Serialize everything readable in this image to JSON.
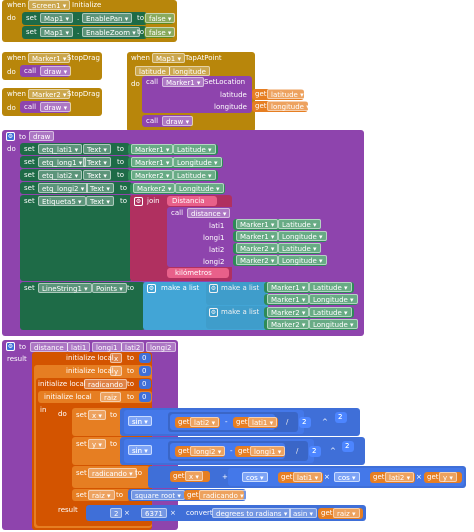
{
  "screen_init": {
    "when": "when",
    "component": "Screen1",
    "event": "Initialize",
    "do": "do",
    "set": "set",
    "rows": [
      {
        "component": "Map1",
        "prop": "EnablePan",
        "to": "to",
        "value": "false"
      },
      {
        "component": "Map1",
        "prop": "EnableZoom",
        "to": "to",
        "value": "false"
      }
    ]
  },
  "stopdrag1": {
    "when": "when",
    "component": "Marker1",
    "event": "StopDrag",
    "do": "do",
    "call": "call",
    "proc": "draw"
  },
  "stopdrag2": {
    "when": "when",
    "component": "Marker2",
    "event": "StopDrag",
    "do": "do",
    "call": "call",
    "proc": "draw"
  },
  "tapatpoint": {
    "when": "when",
    "component": "Map1",
    "event": "TapAtPoint",
    "params": [
      "latitude",
      "longitude"
    ],
    "do": "do",
    "call": "call",
    "target": "Marker1",
    "method": "SetLocation",
    "arg1": "latitude",
    "arg2": "longitude",
    "get": "get",
    "get1": "latitude",
    "get2": "longitude",
    "call_draw": "draw"
  },
  "draw": {
    "to": "to",
    "name": "draw",
    "do": "do",
    "set": "set",
    "get": "get",
    "rows": [
      {
        "component": "etq_lati1",
        "prop": "Text",
        "to": "to",
        "marker": "Marker1",
        "mprop": "Latitude"
      },
      {
        "component": "etq_long1",
        "prop": "Text",
        "to": "to",
        "marker": "Marker1",
        "mprop": "Longitude"
      },
      {
        "component": "etq_lati2",
        "prop": "Text",
        "to": "to",
        "marker": "Marker2",
        "mprop": "Latitude"
      },
      {
        "component": "etq_longi2",
        "prop": "Text",
        "to": "to",
        "marker": "Marker2",
        "mprop": "Longitude"
      }
    ],
    "etiqueta": {
      "component": "Etiqueta5",
      "prop": "Text",
      "to": "to"
    },
    "join": "join",
    "distancia": "Distancia",
    "call": "call",
    "call_distance": "distance",
    "dist_args": [
      {
        "label": "lati1",
        "marker": "Marker1",
        "mprop": "Latitude"
      },
      {
        "label": "longi1",
        "marker": "Marker1",
        "mprop": "Longitude"
      },
      {
        "label": "lati2",
        "marker": "Marker2",
        "mprop": "Latitude"
      },
      {
        "label": "longi2",
        "marker": "Marker2",
        "mprop": "Longitude"
      }
    ],
    "kilometros": "kilómetros",
    "linestring": {
      "component": "LineString1",
      "prop": "Points",
      "to": "to"
    },
    "make_list": "make a list",
    "list_items": [
      {
        "marker": "Marker1",
        "mprop": "Latitude"
      },
      {
        "marker": "Marker1",
        "mprop": "Longitude"
      },
      {
        "marker": "Marker2",
        "mprop": "Latitude"
      },
      {
        "marker": "Marker2",
        "mprop": "Longitude"
      }
    ]
  },
  "distance": {
    "to": "to",
    "name": "distance",
    "params": [
      "lati1",
      "longi1",
      "lati2",
      "longi2"
    ],
    "result": "result",
    "init_local": "initialize local",
    "to_word": "to",
    "locals": [
      {
        "name": "x",
        "value": "0"
      },
      {
        "name": "y",
        "value": "0"
      },
      {
        "name": "radicando",
        "value": "0"
      },
      {
        "name": "raiz",
        "value": "0"
      }
    ],
    "in": "in",
    "do": "do",
    "set": "set",
    "get": "get",
    "sin": "sin",
    "cos": "cos",
    "minus": "-",
    "divide": "/",
    "plus": "+",
    "times": "×",
    "pow": "^",
    "two": "2",
    "sq_root": "square root",
    "radicando": "radicando",
    "raiz": "raiz",
    "x": "x",
    "y": "y",
    "lati1": "lati1",
    "lati2": "lati2",
    "longi1": "longi1",
    "longi2": "longi2",
    "result_val": "6371",
    "convert": "convert",
    "deg_to_rad": "degrees to radians",
    "asin": "asin",
    "result_word": "result"
  }
}
